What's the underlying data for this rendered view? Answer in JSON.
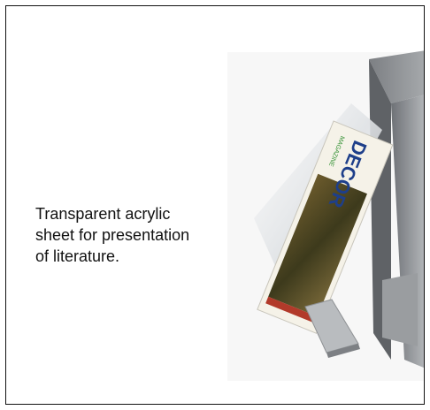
{
  "caption": {
    "line1": "Transparent acrylic",
    "line2": "sheet for presentation",
    "line3": "of literature."
  },
  "arrow_glyph": "⟶",
  "magazine": {
    "title": "DECOR",
    "subtitle": "MAGAZINE"
  },
  "colors": {
    "frame": "#111111",
    "cabinet": "#8c8f92",
    "acrylic": "#e6e8ea",
    "magazine_title": "#1e3f8a",
    "magazine_accent": "#2f8f2f"
  }
}
